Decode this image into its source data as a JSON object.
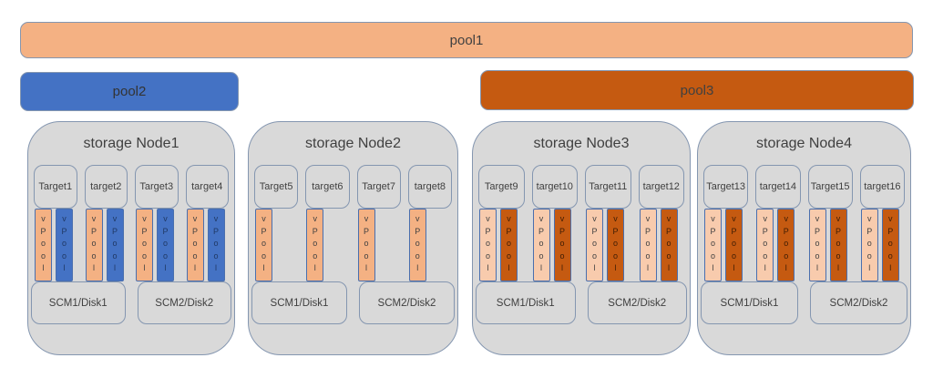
{
  "colors": {
    "pool1_fill": "#f4b183",
    "pool2_fill": "#4472c4",
    "pool3_fill": "#c55a11",
    "node_fill": "#d9d9d9",
    "border_slate": "#8496b0",
    "bar_border": "#4a6fae",
    "salmon": "#f4b183",
    "light_salmon": "#f8cbad",
    "blue": "#4472c4",
    "dark_orange": "#c55a11",
    "text_dark": "#404040",
    "text_on_blue": "#1f3864",
    "text_on_dark_orange": "#3d1c04"
  },
  "pools": [
    {
      "label": "pool1",
      "fill": "#f4b183",
      "text_color": "#404040"
    },
    {
      "label": "pool2",
      "fill": "#4472c4",
      "text_color": "#333333"
    },
    {
      "label": "pool3",
      "fill": "#c55a11",
      "text_color": "#404040"
    }
  ],
  "vpool_label": "vPool",
  "nodes": [
    {
      "title": "storage Node1",
      "targets": [
        {
          "label": "Target1",
          "bars": [
            "salmon",
            "blue"
          ]
        },
        {
          "label": "target2",
          "bars": [
            "salmon",
            "blue"
          ]
        },
        {
          "label": "Target3",
          "bars": [
            "salmon",
            "blue"
          ]
        },
        {
          "label": "target4",
          "bars": [
            "salmon",
            "blue"
          ]
        }
      ],
      "disks": [
        "SCM1/Disk1",
        "SCM2/Disk2"
      ]
    },
    {
      "title": "storage Node2",
      "targets": [
        {
          "label": "Target5",
          "bars": [
            "salmon"
          ]
        },
        {
          "label": "target6",
          "bars": [
            "salmon"
          ]
        },
        {
          "label": "Target7",
          "bars": [
            "salmon"
          ]
        },
        {
          "label": "target8",
          "bars": [
            "salmon"
          ]
        }
      ],
      "disks": [
        "SCM1/Disk1",
        "SCM2/Disk2"
      ]
    },
    {
      "title": "storage Node3",
      "targets": [
        {
          "label": "Target9",
          "bars": [
            "light_salmon",
            "dark_orange"
          ]
        },
        {
          "label": "target10",
          "bars": [
            "light_salmon",
            "dark_orange"
          ]
        },
        {
          "label": "Target11",
          "bars": [
            "light_salmon",
            "dark_orange"
          ]
        },
        {
          "label": "target12",
          "bars": [
            "light_salmon",
            "dark_orange"
          ]
        }
      ],
      "disks": [
        "SCM1/Disk1",
        "SCM2/Disk2"
      ]
    },
    {
      "title": "storage Node4",
      "targets": [
        {
          "label": "Target13",
          "bars": [
            "light_salmon",
            "dark_orange"
          ]
        },
        {
          "label": "target14",
          "bars": [
            "light_salmon",
            "dark_orange"
          ]
        },
        {
          "label": "Target15",
          "bars": [
            "light_salmon",
            "dark_orange"
          ]
        },
        {
          "label": "target16",
          "bars": [
            "light_salmon",
            "dark_orange"
          ]
        }
      ],
      "disks": [
        "SCM1/Disk1",
        "SCM2/Disk2"
      ]
    }
  ]
}
